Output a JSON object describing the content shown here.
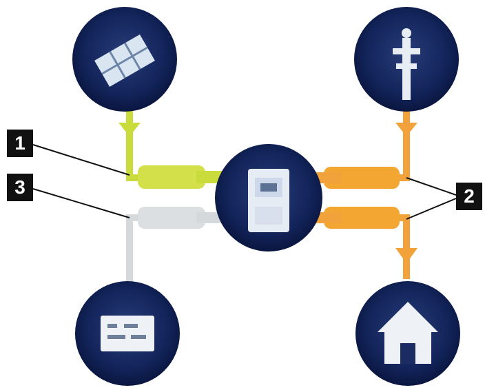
{
  "callouts": {
    "one": "1",
    "two": "2",
    "three": "3"
  },
  "colors": {
    "node_dark": "#0f1f4f",
    "node_ring": "#1c2e66",
    "yellow_green": "#c9dc3c",
    "orange": "#f2a23a",
    "light_gray": "#d6d9dc",
    "callout_bg": "#111111",
    "callout_text": "#ffffff"
  },
  "nodes": {
    "top_left": {
      "icon": "solar-panel-icon"
    },
    "top_right": {
      "icon": "power-pylon-icon"
    },
    "center": {
      "icon": "inverter-icon"
    },
    "bottom_left": {
      "icon": "battery-icon"
    },
    "bottom_right": {
      "icon": "house-icon"
    }
  },
  "connections": {
    "pv_to_inverter": {
      "color": "yellow_green",
      "callout": "1"
    },
    "inverter_to_grid": {
      "color": "orange",
      "callout": "2"
    },
    "inverter_to_house": {
      "color": "orange",
      "callout": "2"
    },
    "battery_to_inverter": {
      "color": "light_gray",
      "callout": "3"
    }
  }
}
